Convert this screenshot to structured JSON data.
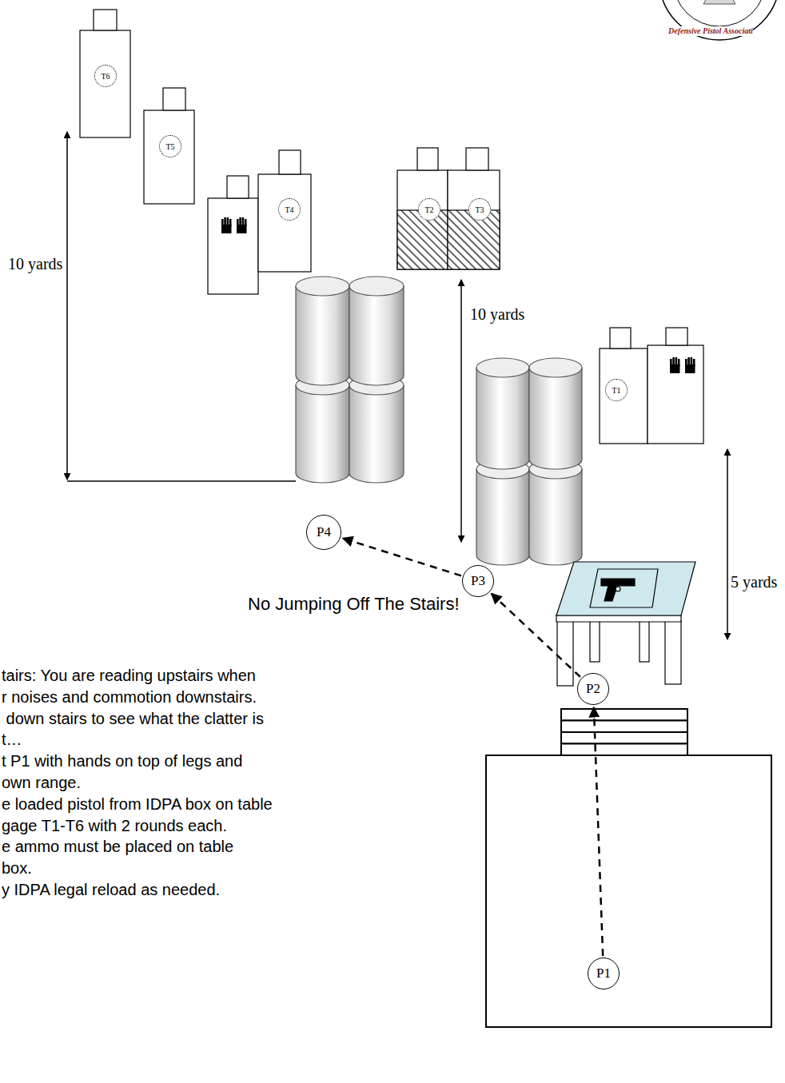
{
  "diagram": {
    "nodes": [
      {
        "text": [
          "T6"
        ]
      },
      {
        "text": [
          "T5"
        ]
      },
      {
        "text": [
          "T4"
        ]
      },
      {
        "text": [
          "T2"
        ]
      },
      {
        "text": [
          "T3"
        ]
      },
      {
        "text": [
          "T1"
        ]
      },
      {
        "text": [
          "P4"
        ]
      },
      {
        "text": [
          "P3"
        ]
      },
      {
        "text": [
          "P2"
        ]
      },
      {
        "text": [
          "P1"
        ]
      }
    ],
    "edges": [
      {
        "from": 9,
        "to": 8,
        "arrow": "to"
      },
      {
        "from": 8,
        "to": 7,
        "arrow": "to"
      },
      {
        "from": 7,
        "to": 6,
        "arrow": "to"
      }
    ],
    "labels": [
      "Defensive Pistol Associati",
      "10 yards",
      "10 yards",
      "5 yards",
      "No Jumping Off The Stairs!",
      "tairs: You are reading upstairs when",
      "r noises and commotion downstairs.",
      " down stairs to see what the clatter is",
      "t…",
      "t P1 with hands on top of legs and",
      "own range.",
      "e loaded pistol from IDPA box on table",
      "gage T1-T6 with 2 rounds each.",
      "e ammo must be placed on table",
      "box.",
      "y IDPA legal reload as needed."
    ]
  }
}
